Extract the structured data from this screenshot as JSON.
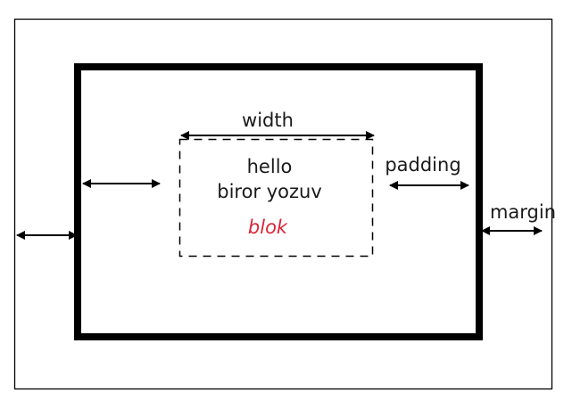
{
  "diagram": {
    "title": "CSS box model",
    "labels": {
      "width": "width",
      "padding": "padding",
      "margin": "margin"
    },
    "content": {
      "line1": "hello",
      "line2": "biror yozuv",
      "line3": "blok"
    },
    "colors": {
      "stroke": "#000000",
      "text": "#1a1a1a",
      "accent_text": "#d9263a"
    }
  }
}
